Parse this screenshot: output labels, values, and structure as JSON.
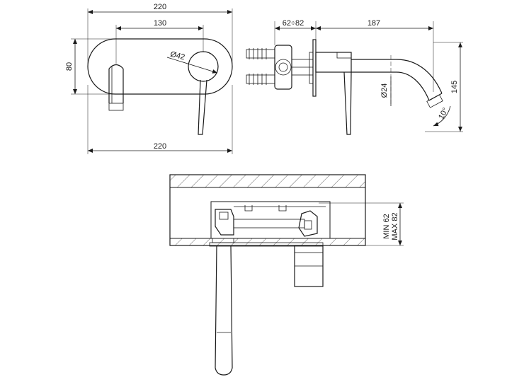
{
  "front_view": {
    "dim_overall_width_top": "220",
    "dim_center_distance": "130",
    "dim_height": "80",
    "dim_handle_diameter": "Ø42",
    "dim_overall_width_bottom": "220"
  },
  "side_view": {
    "dim_wall_depth": "62÷82",
    "dim_spout_reach": "187",
    "dim_spout_diameter": "Ø24",
    "dim_total_height": "145",
    "dim_spout_angle": "10°"
  },
  "top_view": {
    "dim_install_depth_min": "MIN 62",
    "dim_install_depth_max": "MAX 82"
  }
}
